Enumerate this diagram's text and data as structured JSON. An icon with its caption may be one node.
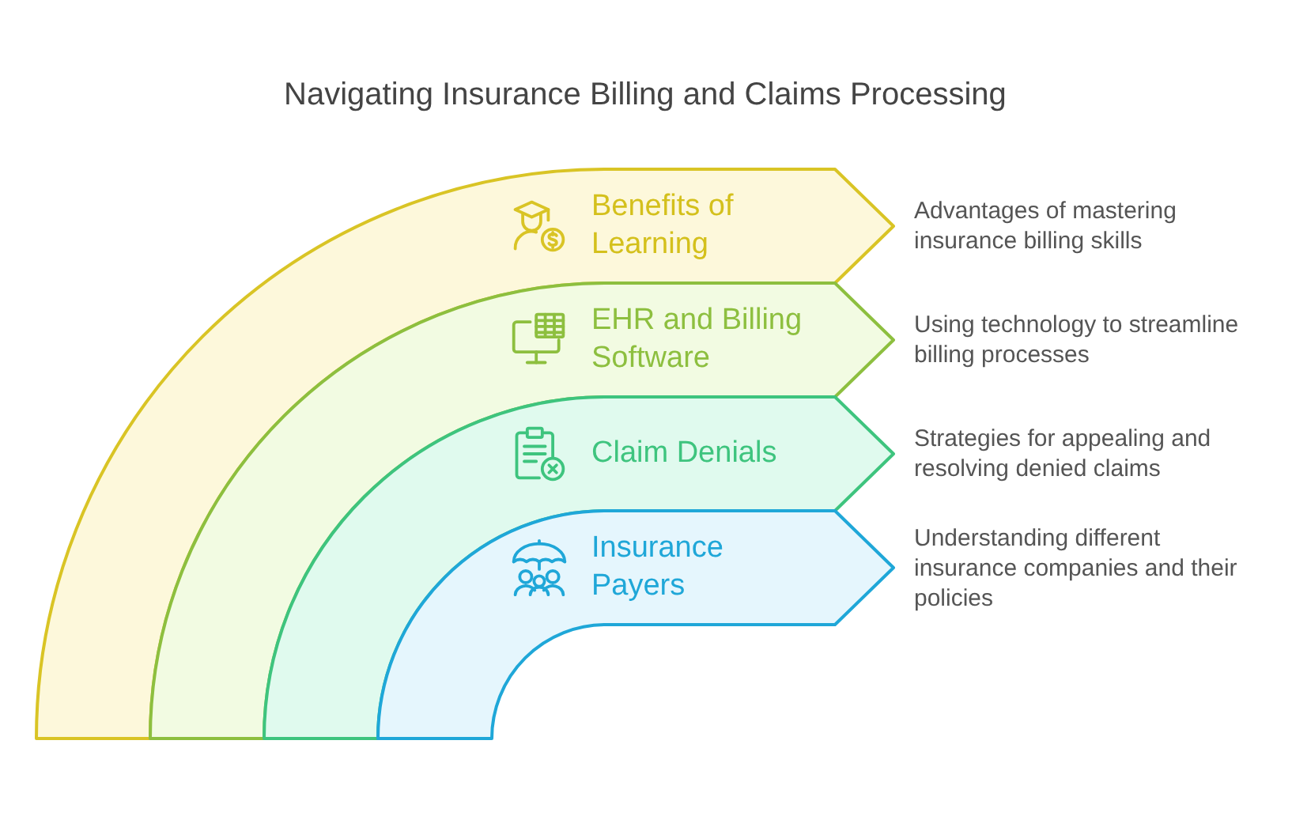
{
  "diagram": {
    "title": "Navigating Insurance Billing and Claims Processing",
    "nodes": [
      {
        "text": [
          "Benefits of Learning"
        ],
        "beside": [
          "Advantages of mastering insurance billing skills"
        ]
      },
      {
        "text": [
          "EHR and Billing Software"
        ],
        "beside": [
          "Using technology to streamline billing processes"
        ]
      },
      {
        "text": [
          "Claim Denials"
        ],
        "beside": [
          "Strategies for appealing and resolving denied claims"
        ]
      },
      {
        "text": [
          "Insurance Payers"
        ],
        "beside": [
          "Understanding different insurance companies and their policies"
        ]
      }
    ]
  }
}
